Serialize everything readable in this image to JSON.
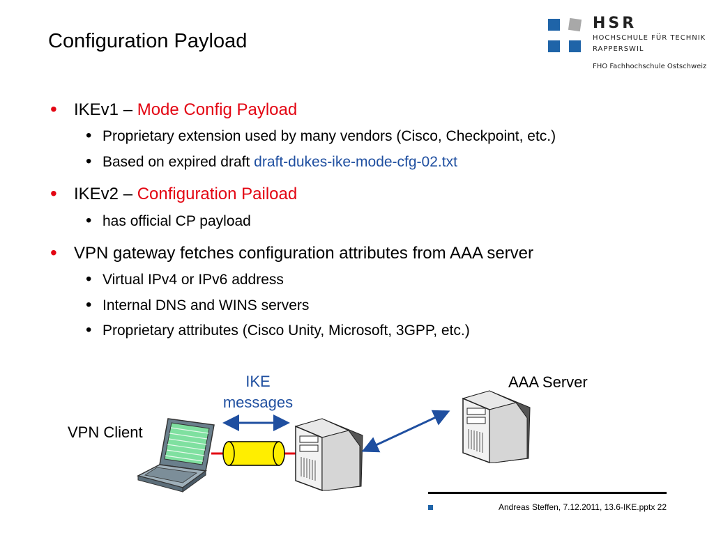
{
  "slide": {
    "title": "Configuration Payload"
  },
  "logo": {
    "name": "HSR",
    "line1": "HOCHSCHULE FÜR TECHNIK",
    "line2": "RAPPERSWIL",
    "line3": "FHO Fachhochschule Ostschweiz"
  },
  "bullets": [
    {
      "prefix": "IKEv1 – ",
      "highlight": "Mode Config Payload",
      "subs": [
        {
          "text": "Proprietary extension used by many vendors (Cisco, Checkpoint, etc.)"
        },
        {
          "text": "Based on expired draft ",
          "link": "draft-dukes-ike-mode-cfg-02.txt"
        }
      ]
    },
    {
      "prefix": "IKEv2 – ",
      "highlight": "Configuration Paiload",
      "subs": [
        {
          "text": "has official CP payload"
        }
      ]
    },
    {
      "prefix": "VPN gateway fetches configuration attributes from AAA server",
      "subs": [
        {
          "text": "Virtual IPv4 or IPv6 address"
        },
        {
          "text": "Internal DNS and WINS servers"
        },
        {
          "text": "Proprietary attributes (Cisco Unity, Microsoft, 3GPP, etc.)"
        }
      ]
    }
  ],
  "diagram": {
    "vpn_client_label": "VPN Client",
    "ike_line1": "IKE",
    "ike_line2": "messages",
    "aaa_label": "AAA Server"
  },
  "footer": {
    "text": "Andreas Steffen, 7.12.2011, 13.6-IKE.pptx 22"
  },
  "colors": {
    "accent_red": "#e30613",
    "link_blue": "#1f4fa0",
    "logo_blue": "#1f64a8",
    "tunnel_yellow": "#ffee00"
  }
}
